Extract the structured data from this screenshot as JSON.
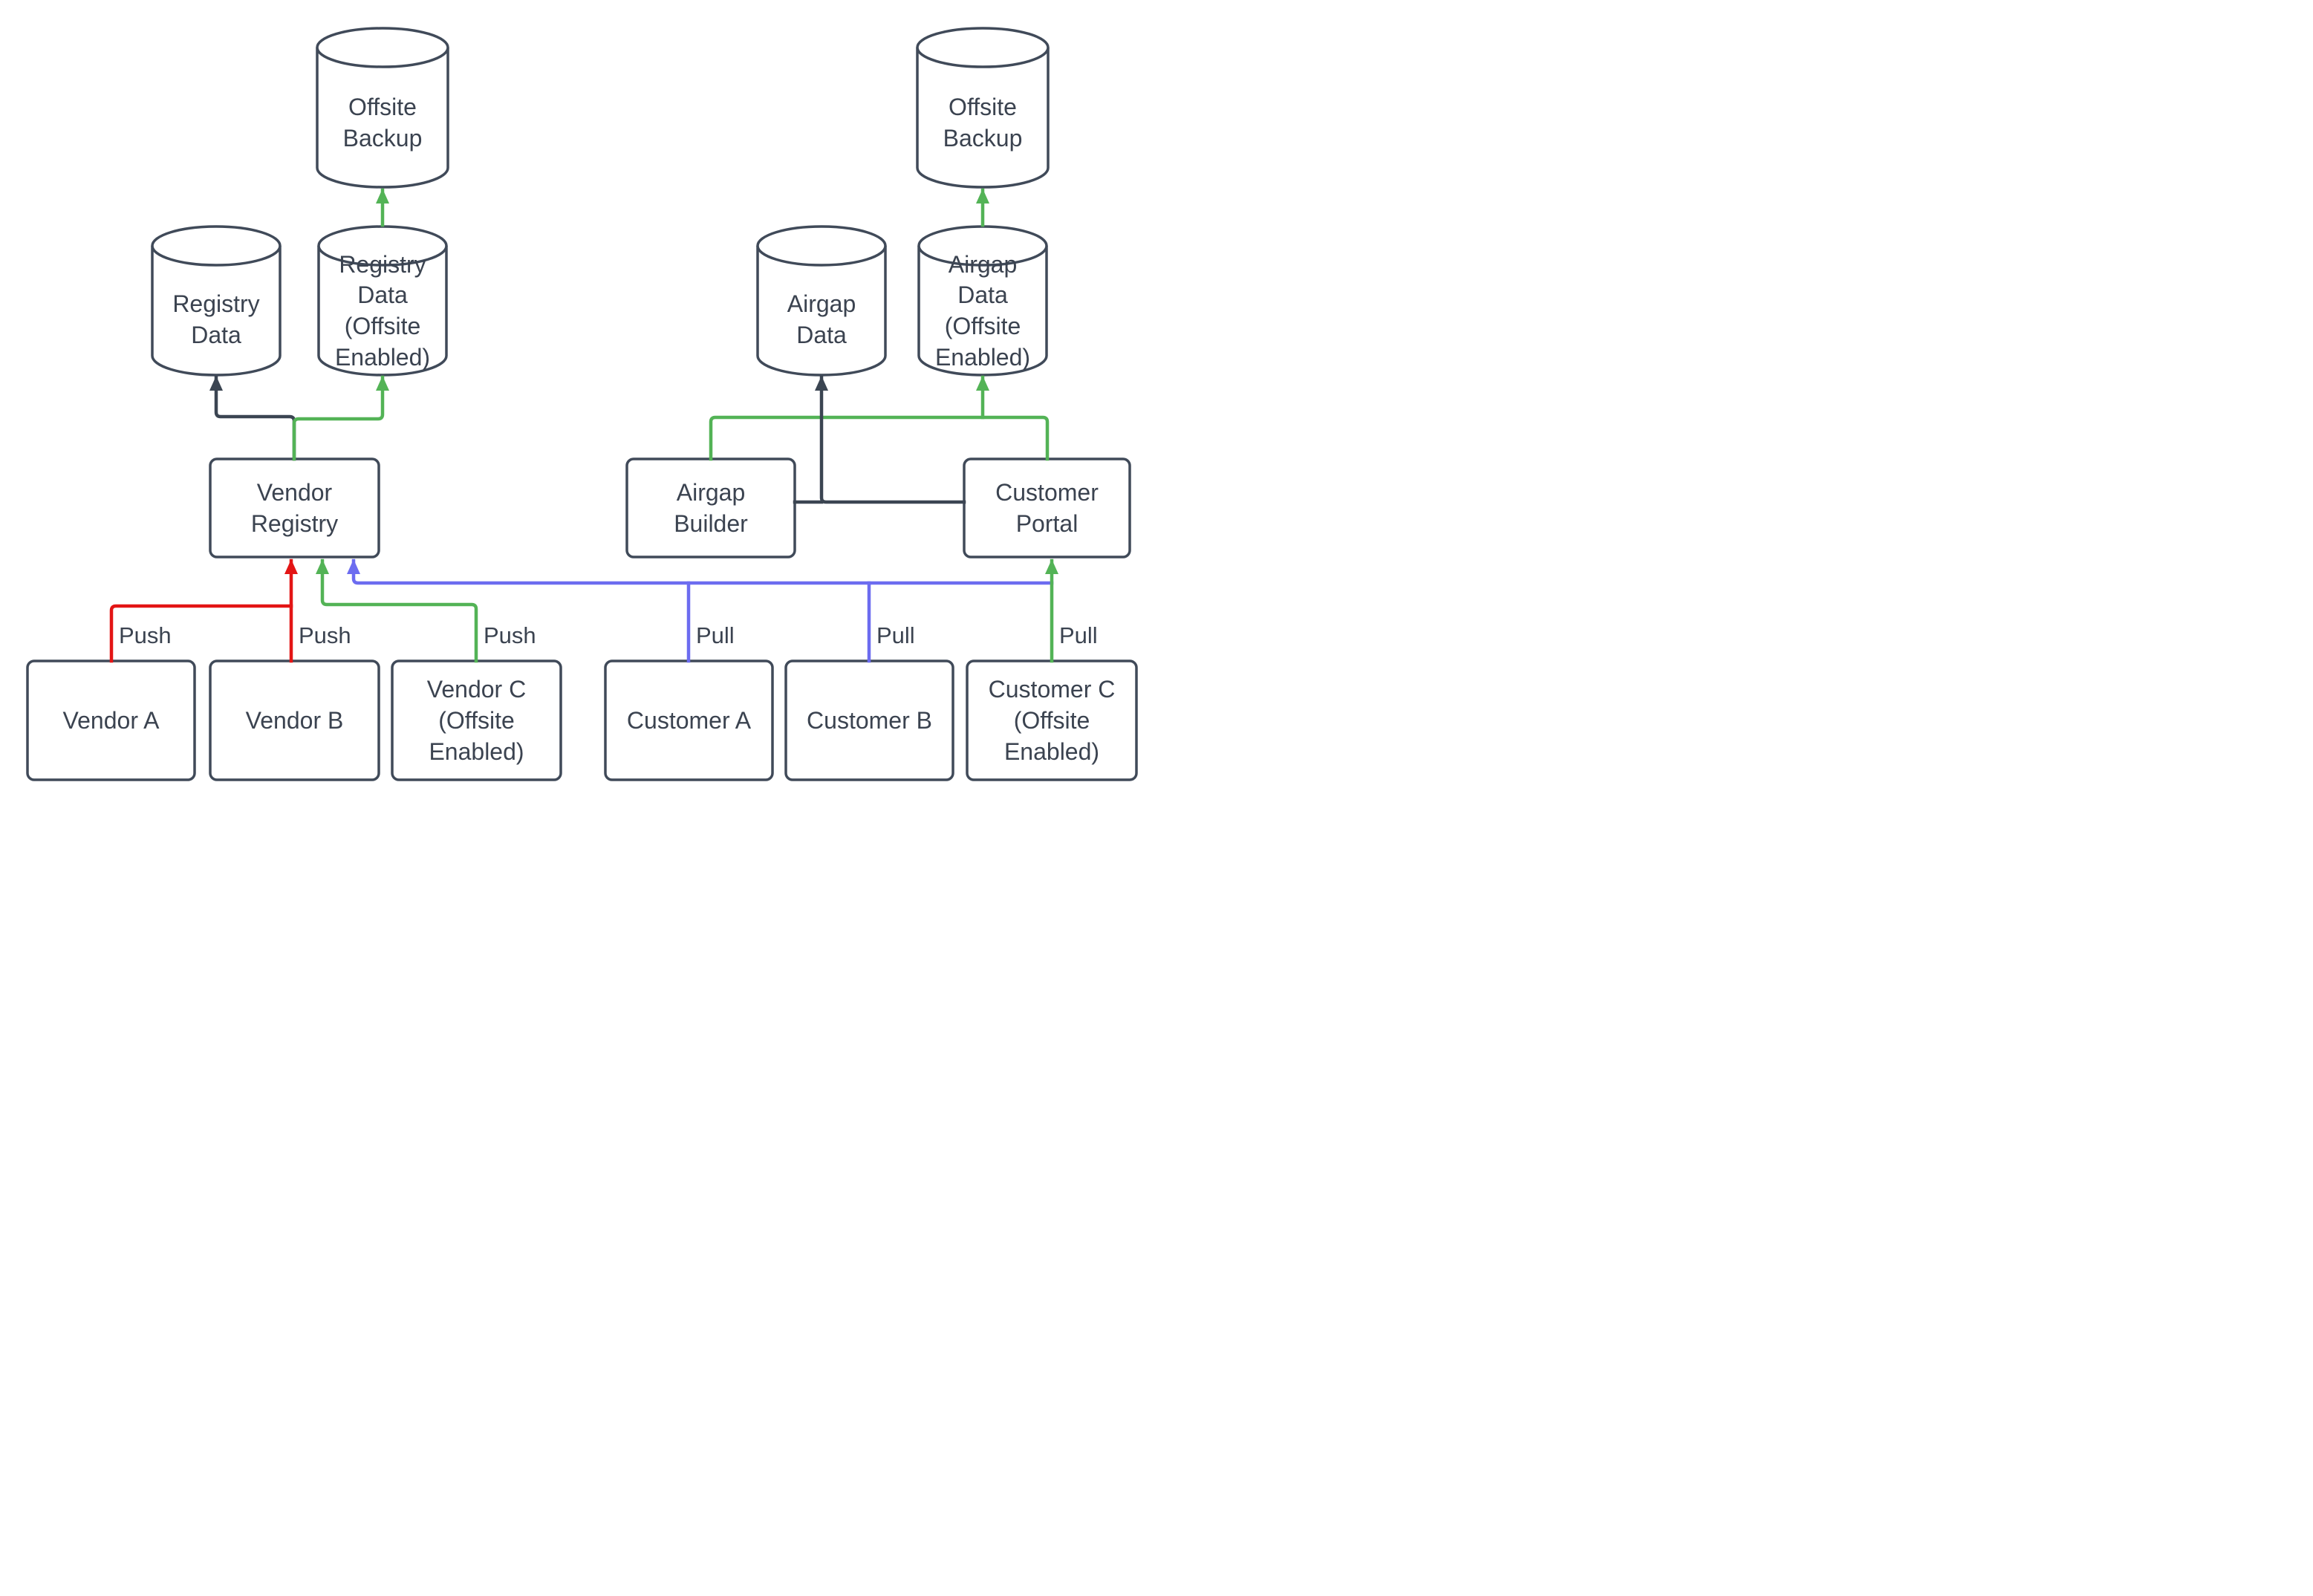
{
  "diagram": {
    "nodes": {
      "offsite_backup_left": "Offsite Backup",
      "offsite_backup_right": "Offsite Backup",
      "registry_data": "Registry Data",
      "registry_data_offsite": "Registry Data (Offsite Enabled)",
      "airgap_data": "Airgap Data",
      "airgap_data_offsite": "Airgap Data (Offsite Enabled)",
      "vendor_registry": "Vendor Registry",
      "airgap_builder": "Airgap Builder",
      "customer_portal": "Customer Portal",
      "vendor_a": "Vendor A",
      "vendor_b": "Vendor B",
      "vendor_c": "Vendor C (Offsite Enabled)",
      "customer_a": "Customer A",
      "customer_b": "Customer B",
      "customer_c": "Customer C (Offsite Enabled)"
    },
    "edge_labels": {
      "push_vendor_a": "Push",
      "push_vendor_b": "Push",
      "push_vendor_c": "Push",
      "pull_customer_a": "Pull",
      "pull_customer_b": "Pull",
      "pull_customer_c": "Pull"
    },
    "colors": {
      "node_border": "#404a59",
      "text": "#3b4350",
      "edge_dark": "#3b4552",
      "edge_red": "#e31515",
      "edge_green": "#53b356",
      "edge_blue": "#6c6cf0",
      "background": "#ffffff"
    }
  }
}
